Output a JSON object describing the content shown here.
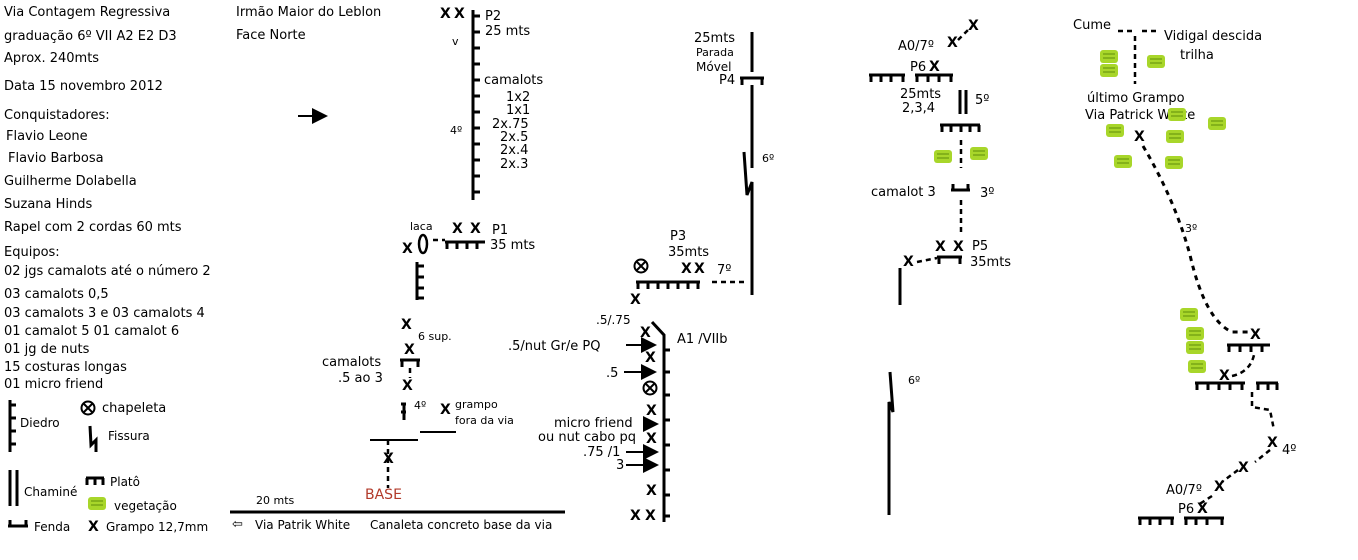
{
  "header": {
    "route_name": "Via Contagem Regressiva",
    "grade": "graduação 6º VII A2 E2 D3",
    "length": "Aprox. 240mts",
    "date": "Data   15 novembro 2012",
    "conquerors_title": "Conquistadores:",
    "conquerors": [
      "Flavio Leone",
      "Flavio Barbosa",
      "Guilherme Dolabella",
      "Suzana Hinds"
    ],
    "rappel": "Rapel com 2 cordas  60 mts",
    "gear_title": "Equipos:",
    "gear": [
      "02 jgs camalots até o número 2",
      "03 camalots 0,5",
      "03 camalots 3   e 03 camalots 4",
      "01 camalot 5   01 camalot 6",
      "01 jg de nuts",
      "15 costuras longas",
      "01 micro friend"
    ]
  },
  "mountain": {
    "name": "Irmão Maior do Leblon",
    "face": "Face Norte"
  },
  "legend": {
    "diedro": "Diedro",
    "chapeleta": "chapeleta",
    "fissura": "Fissura",
    "chamine": "Chaminé",
    "plato": "Platô",
    "vegetacao": "vegetação",
    "fenda": "Fenda",
    "grampo": "Grampo  12,7mm"
  },
  "pitch1": {
    "p2": "P2",
    "p2_len": "25 mts",
    "v": "v",
    "camalots_title": "camalots",
    "camalots": [
      "1x2",
      "1x1",
      "2x.75",
      "2x.5",
      "2x.4",
      "2x.3"
    ],
    "grade_4": "4º",
    "p1": "P1",
    "p1_len": "35 mts",
    "laca": "laca",
    "sup": "6 sup.",
    "camalots_small_1": "camalots",
    "camalots_small_2": ".5 ao 3",
    "grade_4b": "4º",
    "grampo_1": "grampo",
    "grampo_2": "fora da via",
    "base": "BASE",
    "dist": "20 mts",
    "arrow": "⇦",
    "via_patrik": "Via Patrik White",
    "canaleta": "Canaleta concreto base da via"
  },
  "pitch3": {
    "p4_len": "25mts",
    "parada": "Parada",
    "movel": "Móvel",
    "p4": "P4",
    "grade_6": "6º",
    "p3": "P3",
    "p3_len": "35mts",
    "grade_7": "7º",
    "size_575": ".5/.75",
    "a1": "A1 /VIIb",
    "nut": ".5/nut Gr/e PQ",
    "dot5": ".5",
    "micro": "micro friend",
    "nutcabo": "ou nut cabo pq",
    "size_751": ".75 /1",
    "three": "3"
  },
  "pitch5": {
    "a0": "A0/7º",
    "p6": "P6",
    "len25": "25mts",
    "sizes": "2,3,4",
    "grade_5": "5º",
    "camalot3": "camalot 3",
    "grade_3": "3º",
    "p5": "P5",
    "p5_len": "35mts",
    "grade_6": "6º"
  },
  "descent": {
    "cume": "Cume",
    "vidigal_1": "Vidigal descida",
    "vidigal_2": "trilha",
    "ultimo_1": "último Grampo",
    "ultimo_2": "Via Patrick White",
    "grade_3": "3º",
    "grade_4": "4º",
    "a0": "A0/7º",
    "p6": "P6"
  },
  "bolt": "X",
  "colors": {
    "vegetation": "#a8d62a",
    "base": "#b23a2a"
  }
}
